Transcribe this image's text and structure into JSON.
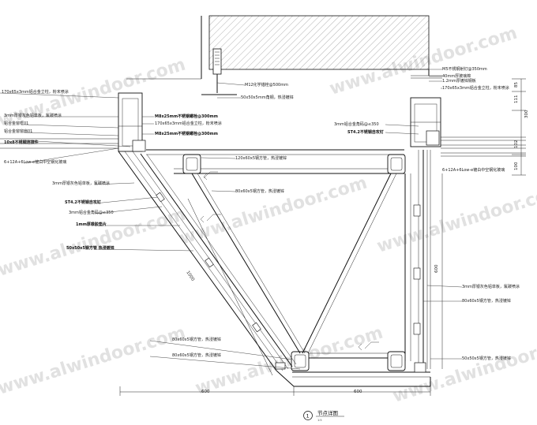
{
  "watermark": "www.alwindoor.com",
  "dimensions": {
    "bottom_left": "600",
    "bottom_right": "600",
    "diagonal": "1000",
    "right_vertical": "600",
    "right_top": "300",
    "right_top_parts": [
      "85",
      "111",
      "102",
      "100"
    ]
  },
  "title": {
    "number": "1",
    "text": "节点详图",
    "sub": "1:5"
  },
  "labels": {
    "left": [
      "170x65x3mm铝合金立柱，粉末喷涂",
      "3mm厚银灰色铝单板，氟碳喷涂",
      "铝合金窗框01",
      "铝合金窗窗扇01",
      "10x8不锈钢连接件",
      "6+12A+6Low-e镀白中空钢化玻璃",
      "3mm厚银灰色铝单板，氟碳喷涂",
      "ST4.2不锈钢自攻钉",
      "3mm铝合金角码@≤350",
      "1mm厚橡胶垫片",
      "50x50x5钢方管 热浸镀锌",
      "80x60x5钢方管，热浸镀锌",
      "80x60x5钢方管，热浸镀锌"
    ],
    "center": [
      "M12化学锚栓@500mm",
      "50x50x5mm角钢，热浸镀锌",
      "M8x25mm不锈钢螺栓@300mm",
      "170x65x3mm铝合金立柱，粉末喷涂",
      "M8x25mm不锈钢螺栓@300mm",
      "120x60x5钢方管，热浸镀锌",
      "80x60x5钢方管，热浸镀锌"
    ],
    "right": [
      "M5不锈钢射钉@350mm",
      "40mm厚玻璃棉",
      "1.2mm厚镀锌钢板",
      "170x65x3mm铝合金立柱，粉末喷涂",
      "3mm铝合金角码@≤350",
      "ST4.2不锈钢自攻钉",
      "6+12A+6Low-e镀白中空钢化玻璃",
      "3mm厚银灰色铝单板，氟碳喷涂",
      "80x60x5钢方管，热浸镀锌",
      "50x50x5钢方管，热浸镀锌"
    ]
  }
}
